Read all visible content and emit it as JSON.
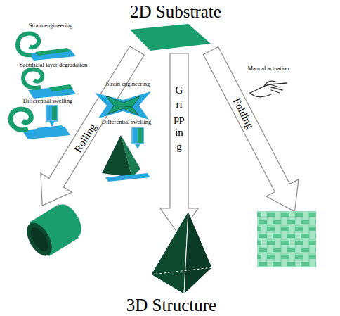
{
  "diagram": {
    "title": "2D Substrate",
    "caption": "3D Structure",
    "labels": [
      "Strain engineering",
      "Sacrificial layer degradation",
      "Differential swelling",
      "Rolling",
      "Strain engineering",
      "Differential swelling",
      "Gripping",
      "Folding",
      "Manual actuation"
    ]
  }
}
